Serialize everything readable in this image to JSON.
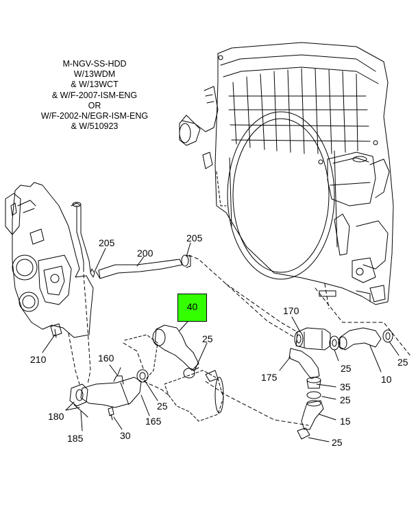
{
  "note": {
    "lines": [
      "M-NGV-SS-HDD",
      "W/13WDM",
      "& W/13WCT",
      "& W/F-2007-ISM-ENG",
      "OR",
      "W/F-2002-N/EGR-ISM-ENG",
      "& W/510923"
    ]
  },
  "highlight": {
    "label": "40",
    "color": "#33ff00"
  },
  "callouts": {
    "c205a": "205",
    "c200": "200",
    "c205b": "205",
    "c210": "210",
    "c160": "160",
    "c25a": "25",
    "c25b": "25",
    "c165": "165",
    "c180": "180",
    "c185": "185",
    "c30": "30",
    "c170": "170",
    "c25c": "25",
    "c25d": "25",
    "c175": "175",
    "c10": "10",
    "c35": "35",
    "c25e": "25",
    "c15": "15",
    "c25f": "25"
  }
}
